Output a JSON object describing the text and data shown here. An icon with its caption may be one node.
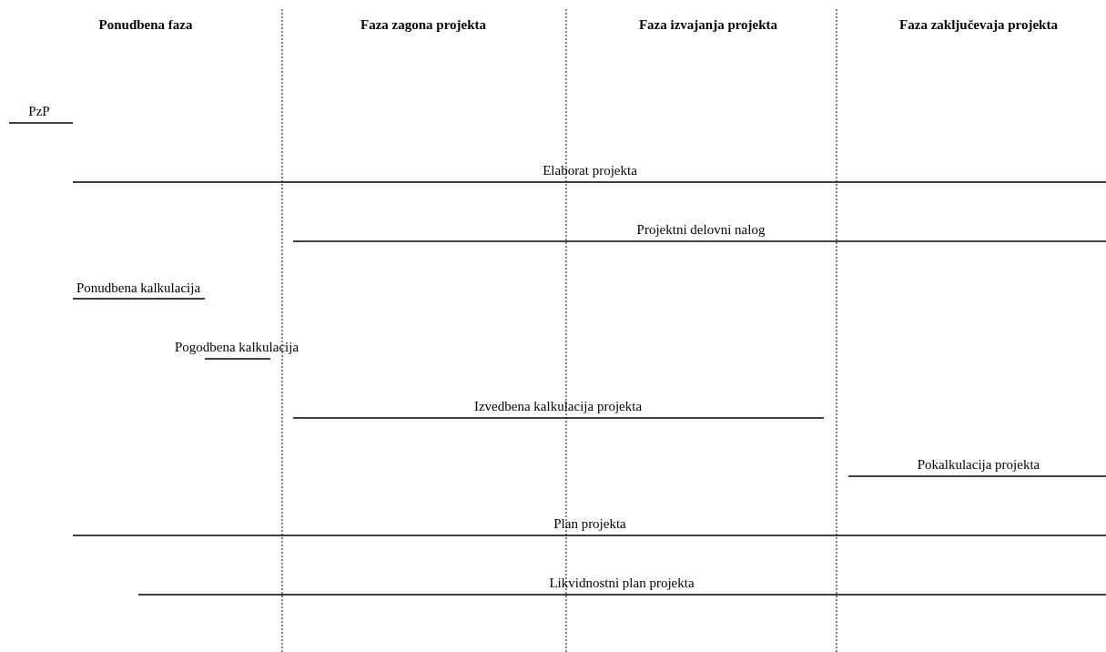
{
  "diagram": {
    "labels": [
      "Ponudbena faza",
      "Faza zagona projekta",
      "Faza izvajanja projekta",
      "Faza zaključevaja projekta",
      "PzP",
      "Elaborat projekta",
      "Projektni delovni nalog",
      "Ponudbena kalkulacija",
      "Pogodbena kalkulacija",
      "Izvedbena kalkulacija projekta",
      "Pokalkulacija projekta",
      "Plan projekta",
      "Likvidnostni plan projekta"
    ]
  }
}
